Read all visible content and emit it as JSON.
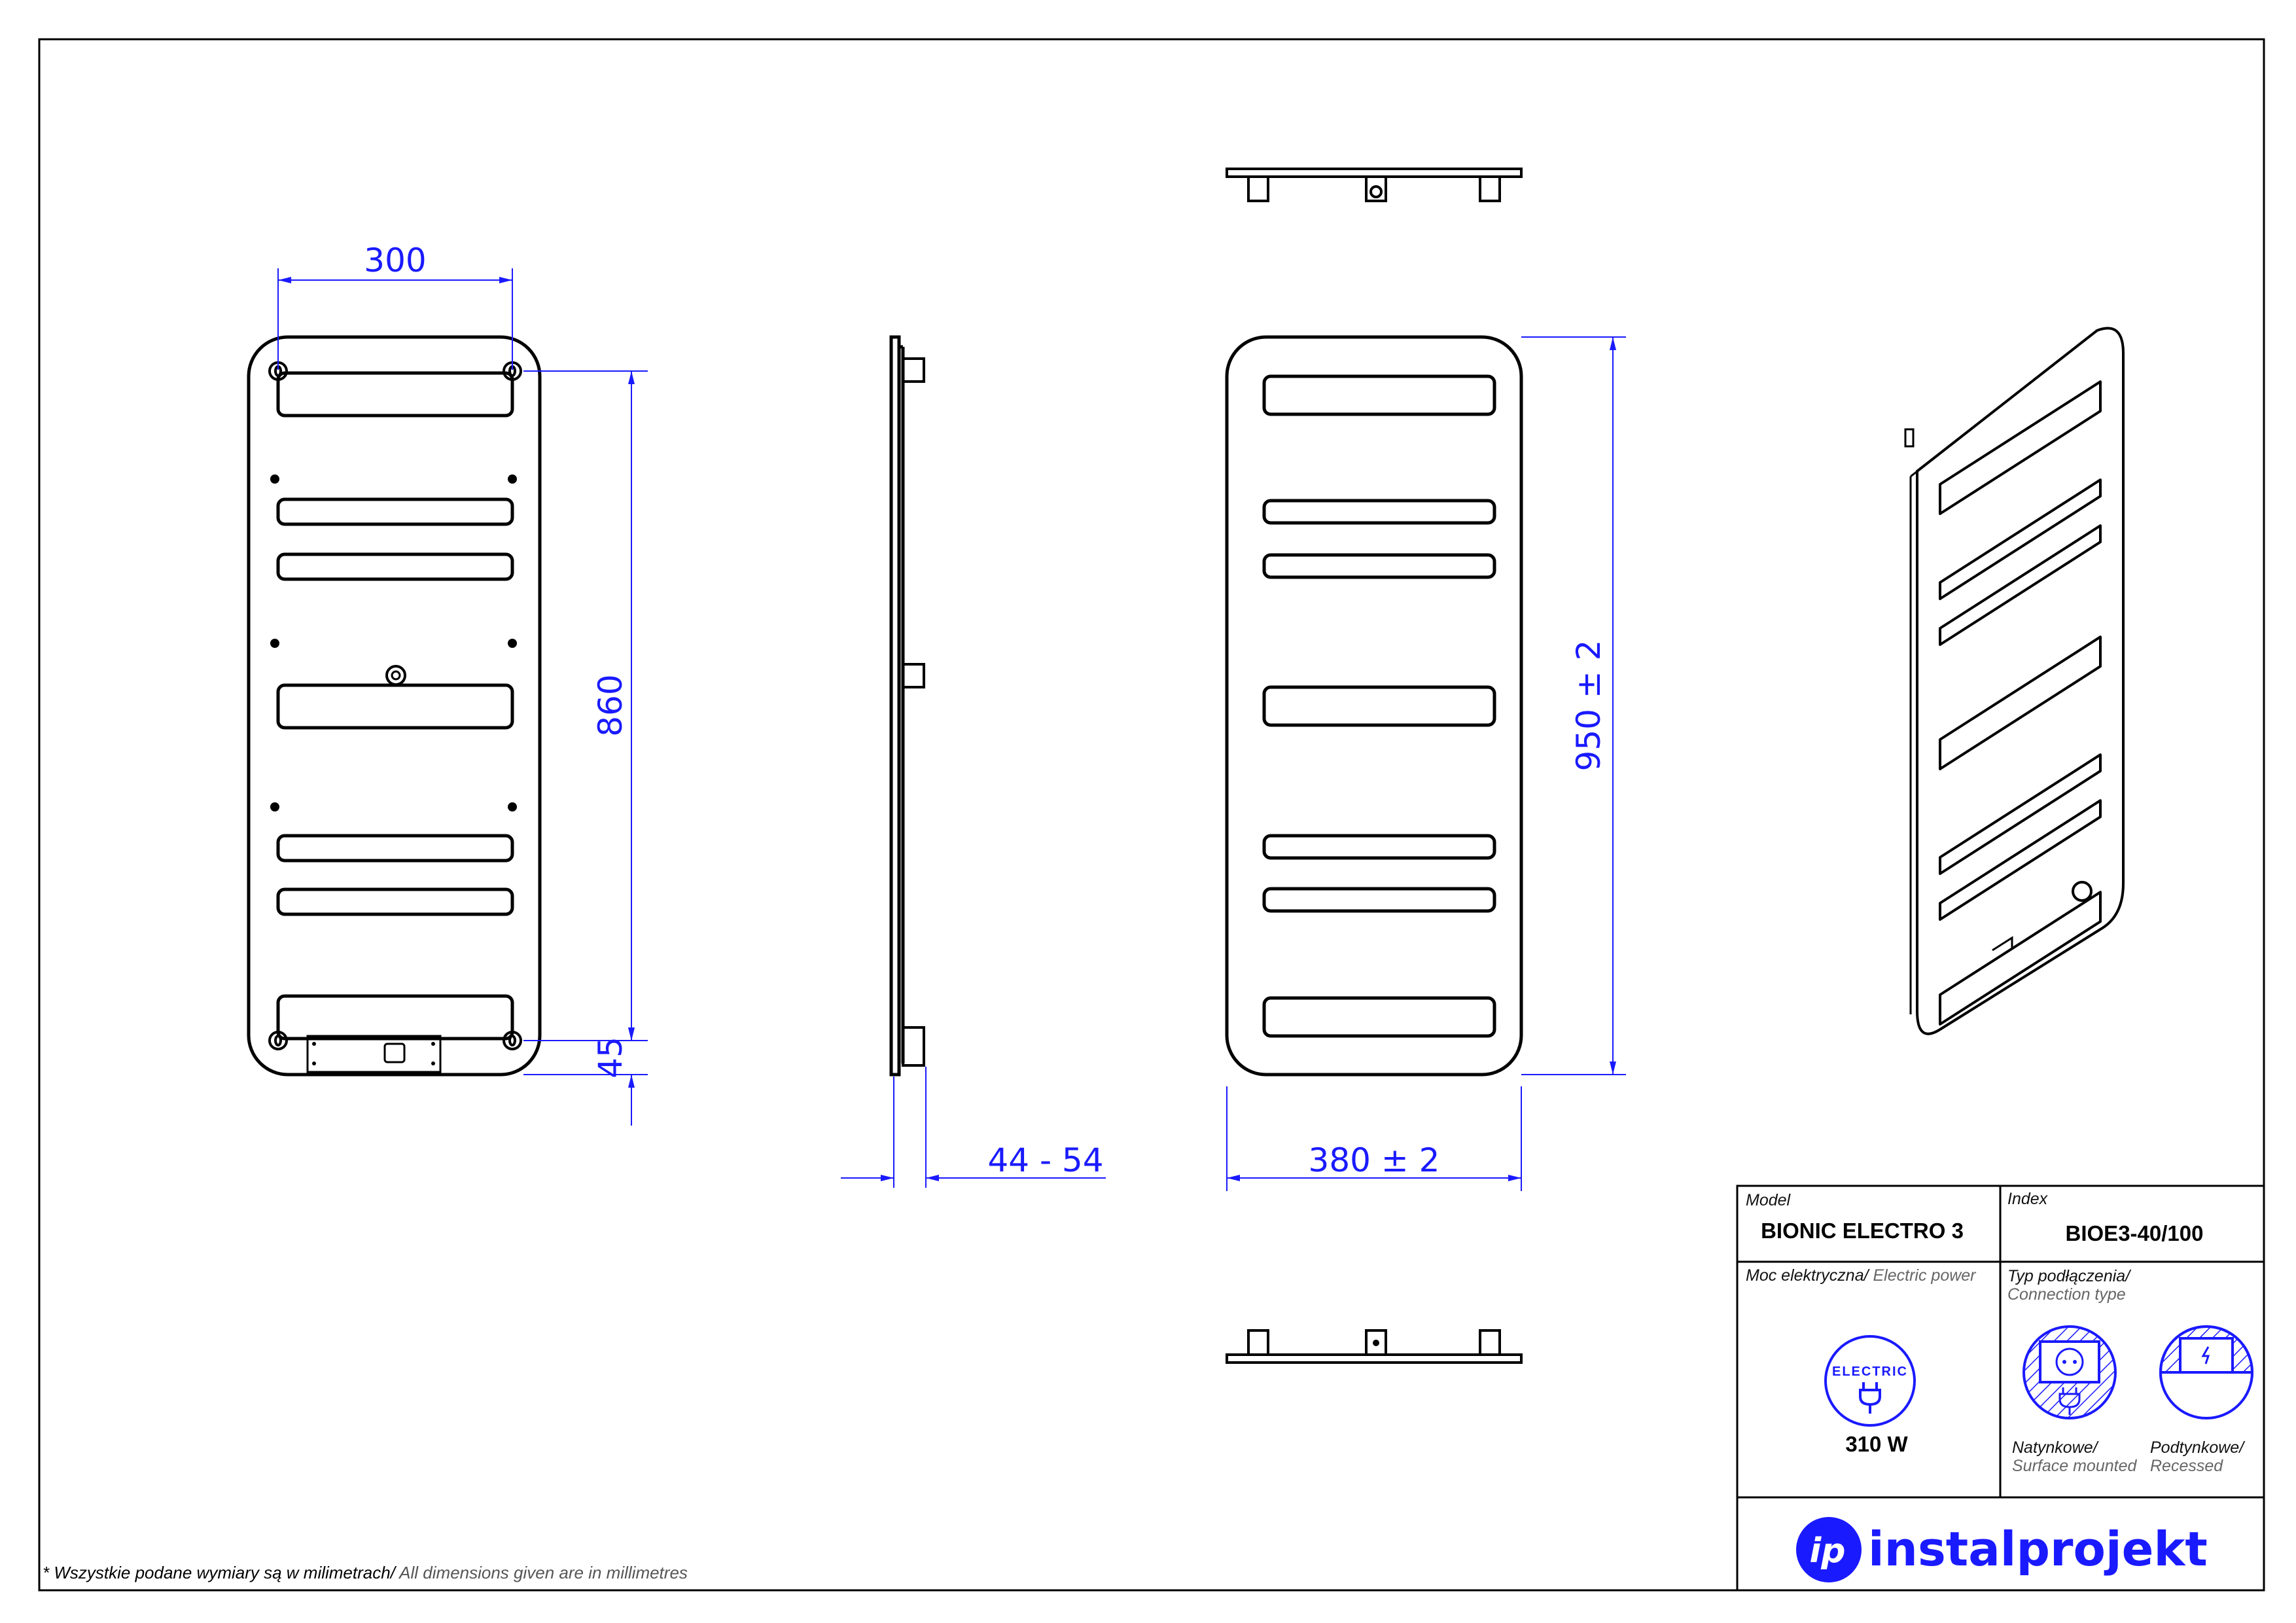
{
  "drawing": {
    "dimensions": {
      "width_holes": "300",
      "height_holes": "860",
      "bottom_offset": "45",
      "depth": "44 - 54",
      "width_total": "380 ± 2",
      "height_total": "950 ± 2"
    }
  },
  "title_block": {
    "model_label": "Model",
    "model_value": "BIONIC ELECTRO 3",
    "index_label": "Index",
    "index_value": "BIOE3-40/100",
    "power_label": "Moc elektryczna/",
    "power_label_en": " Electric power",
    "power_icon_text": "ELECTRIC",
    "power_value": "310 W",
    "connection_label": "Typ podłączenia/",
    "connection_label_en": "Connection type",
    "surface_label": "Natynkowe/",
    "surface_label_en": "Surface mounted",
    "recessed_label": "Podtynkowe/",
    "recessed_label_en": "Recessed",
    "brand": "instalprojekt",
    "brand_logo_text": "ip"
  },
  "footnote": {
    "text": "* Wszystkie podane wymiary są w milimetrach/",
    "text_en": " All dimensions given are in millimetres"
  },
  "colors": {
    "dimension": "#1a1aff",
    "line": "#000000"
  }
}
